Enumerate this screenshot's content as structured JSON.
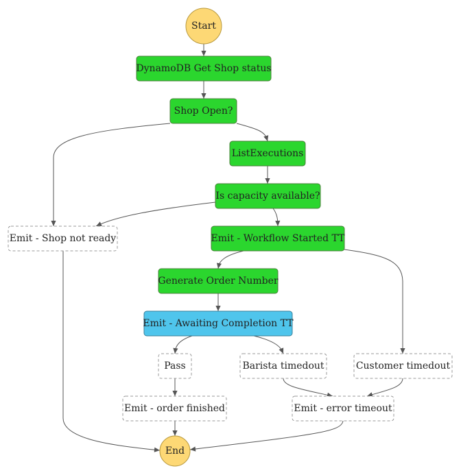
{
  "colors": {
    "start_end_fill": "#fdd875",
    "start_end_stroke": "#b8993e",
    "task_fill": "#2bd62e",
    "task_stroke": "#4a7f3a",
    "active_fill": "#4fc5ec",
    "active_stroke": "#3a7f99",
    "pass_fill": "#ffffff",
    "pass_stroke": "#999999",
    "edge": "#555555"
  },
  "nodes": [
    {
      "id": "start",
      "label": "Start",
      "kind": "terminal"
    },
    {
      "id": "get-shop-status",
      "label": "DynamoDB Get Shop status",
      "kind": "task"
    },
    {
      "id": "shop-open",
      "label": "Shop Open?",
      "kind": "task"
    },
    {
      "id": "list-executions",
      "label": "ListExecutions",
      "kind": "task"
    },
    {
      "id": "capacity-available",
      "label": "Is capacity available?",
      "kind": "task"
    },
    {
      "id": "shop-not-ready",
      "label": "Emit - Shop not ready",
      "kind": "pass"
    },
    {
      "id": "workflow-started",
      "label": "Emit - Workflow Started TT",
      "kind": "task"
    },
    {
      "id": "generate-order-number",
      "label": "Generate Order Number",
      "kind": "task"
    },
    {
      "id": "awaiting-completion",
      "label": "Emit - Awaiting Completion TT",
      "kind": "active"
    },
    {
      "id": "pass",
      "label": "Pass",
      "kind": "pass"
    },
    {
      "id": "barista-timedout",
      "label": "Barista timedout",
      "kind": "pass"
    },
    {
      "id": "customer-timedout",
      "label": "Customer timedout",
      "kind": "pass"
    },
    {
      "id": "order-finished",
      "label": "Emit - order finished",
      "kind": "pass"
    },
    {
      "id": "error-timeout",
      "label": "Emit - error timeout",
      "kind": "pass"
    },
    {
      "id": "end",
      "label": "End",
      "kind": "terminal"
    }
  ],
  "edges": [
    {
      "from": "start",
      "to": "get-shop-status"
    },
    {
      "from": "get-shop-status",
      "to": "shop-open"
    },
    {
      "from": "shop-open",
      "to": "list-executions"
    },
    {
      "from": "shop-open",
      "to": "shop-not-ready"
    },
    {
      "from": "list-executions",
      "to": "capacity-available"
    },
    {
      "from": "capacity-available",
      "to": "shop-not-ready"
    },
    {
      "from": "capacity-available",
      "to": "workflow-started"
    },
    {
      "from": "workflow-started",
      "to": "generate-order-number"
    },
    {
      "from": "workflow-started",
      "to": "customer-timedout"
    },
    {
      "from": "generate-order-number",
      "to": "awaiting-completion"
    },
    {
      "from": "awaiting-completion",
      "to": "pass"
    },
    {
      "from": "awaiting-completion",
      "to": "barista-timedout"
    },
    {
      "from": "pass",
      "to": "order-finished"
    },
    {
      "from": "barista-timedout",
      "to": "error-timeout"
    },
    {
      "from": "customer-timedout",
      "to": "error-timeout"
    },
    {
      "from": "order-finished",
      "to": "end"
    },
    {
      "from": "error-timeout",
      "to": "end"
    },
    {
      "from": "shop-not-ready",
      "to": "end"
    }
  ]
}
